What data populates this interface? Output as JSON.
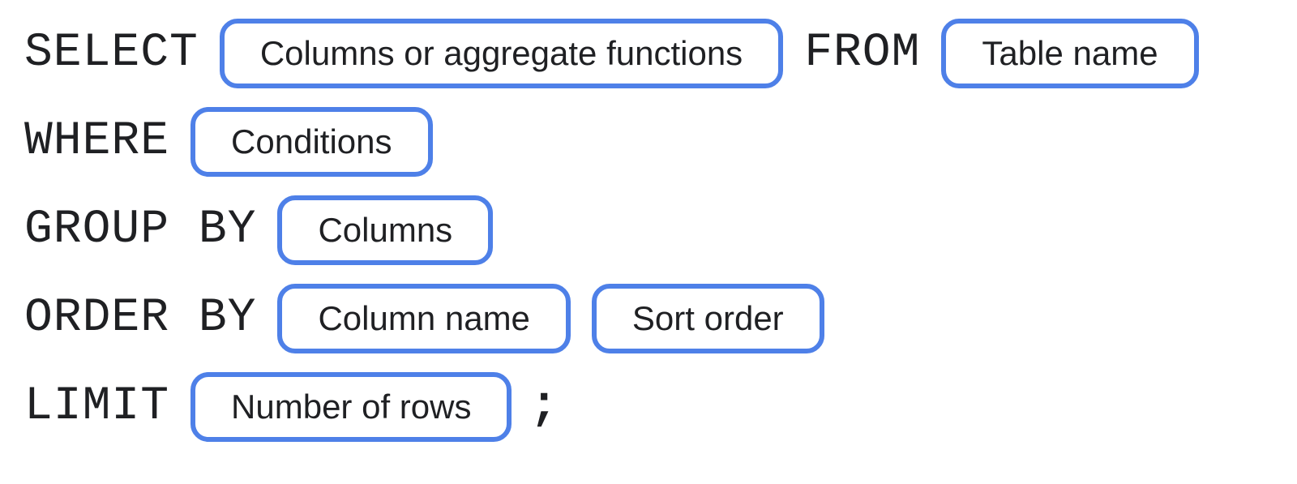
{
  "diagram": {
    "description": "SQL query syntax template diagram",
    "accent_color": "#4e80e8",
    "text_color": "#1f2023",
    "rows": [
      {
        "keyword": "SELECT",
        "box1": "Columns or aggregate functions",
        "keyword2": "FROM",
        "box2": "Table name"
      },
      {
        "keyword": "WHERE",
        "box1": "Conditions"
      },
      {
        "keyword": "GROUP BY",
        "box1": "Columns"
      },
      {
        "keyword": "ORDER BY",
        "box1": "Column name",
        "box2": "Sort order"
      },
      {
        "keyword": "LIMIT",
        "box1": "Number of rows",
        "punctuation": ";"
      }
    ]
  }
}
